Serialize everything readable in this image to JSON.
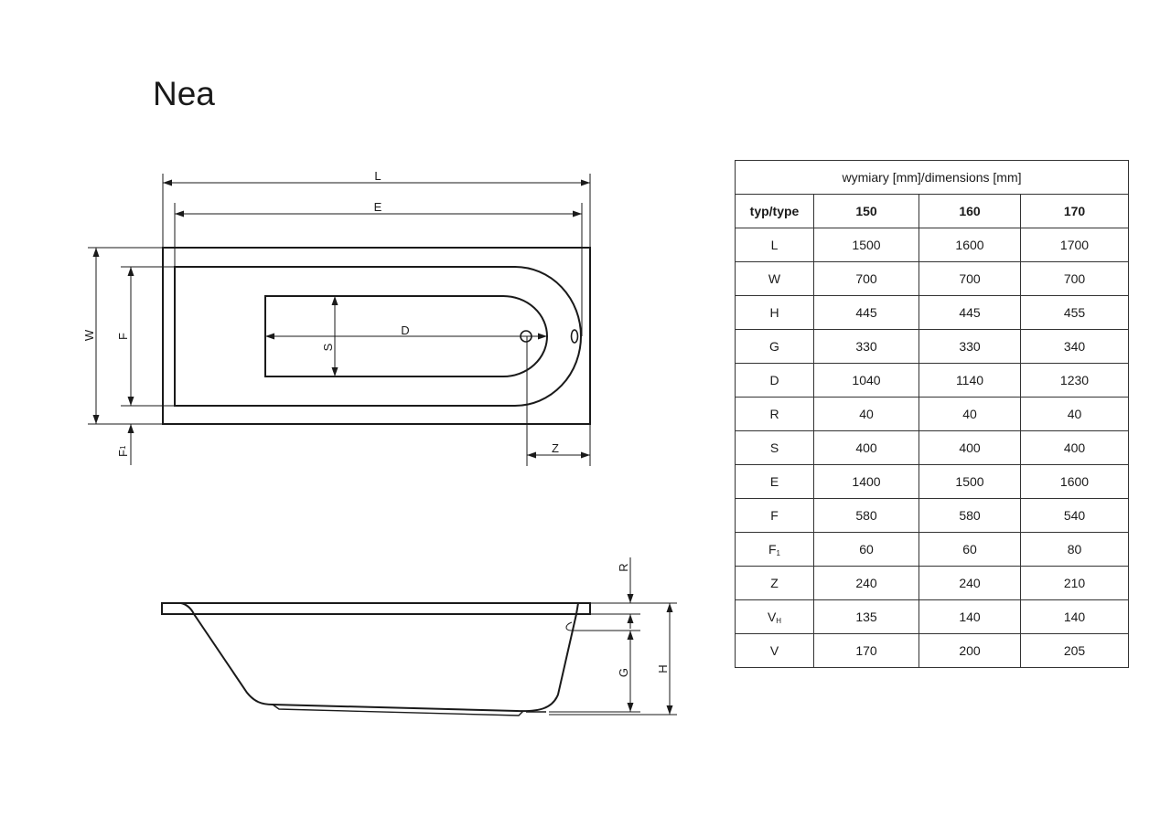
{
  "title": "Nea",
  "drawing_labels": {
    "top_view": {
      "L": "L",
      "E": "E",
      "W": "W",
      "F": "F",
      "F1": "F",
      "F1_sub": "1",
      "D": "D",
      "S": "S",
      "Z": "Z"
    },
    "side_view": {
      "R": "R",
      "G": "G",
      "H": "H"
    }
  },
  "table": {
    "caption": "wymiary [mm]/dimensions [mm]",
    "header": [
      "typ/type",
      "150",
      "160",
      "170"
    ],
    "rows": [
      {
        "label": "L",
        "sub": "",
        "values": [
          "1500",
          "1600",
          "1700"
        ]
      },
      {
        "label": "W",
        "sub": "",
        "values": [
          "700",
          "700",
          "700"
        ]
      },
      {
        "label": "H",
        "sub": "",
        "values": [
          "445",
          "445",
          "455"
        ]
      },
      {
        "label": "G",
        "sub": "",
        "values": [
          "330",
          "330",
          "340"
        ]
      },
      {
        "label": "D",
        "sub": "",
        "values": [
          "1040",
          "1140",
          "1230"
        ]
      },
      {
        "label": "R",
        "sub": "",
        "values": [
          "40",
          "40",
          "40"
        ]
      },
      {
        "label": "S",
        "sub": "",
        "values": [
          "400",
          "400",
          "400"
        ]
      },
      {
        "label": "E",
        "sub": "",
        "values": [
          "1400",
          "1500",
          "1600"
        ]
      },
      {
        "label": "F",
        "sub": "",
        "values": [
          "580",
          "580",
          "540"
        ]
      },
      {
        "label": "F",
        "sub": "1",
        "values": [
          "60",
          "60",
          "80"
        ]
      },
      {
        "label": "Z",
        "sub": "",
        "values": [
          "240",
          "240",
          "210"
        ]
      },
      {
        "label": "V",
        "sub": "H",
        "values": [
          "135",
          "140",
          "140"
        ]
      },
      {
        "label": "V",
        "sub": "",
        "values": [
          "170",
          "200",
          "205"
        ]
      }
    ]
  }
}
